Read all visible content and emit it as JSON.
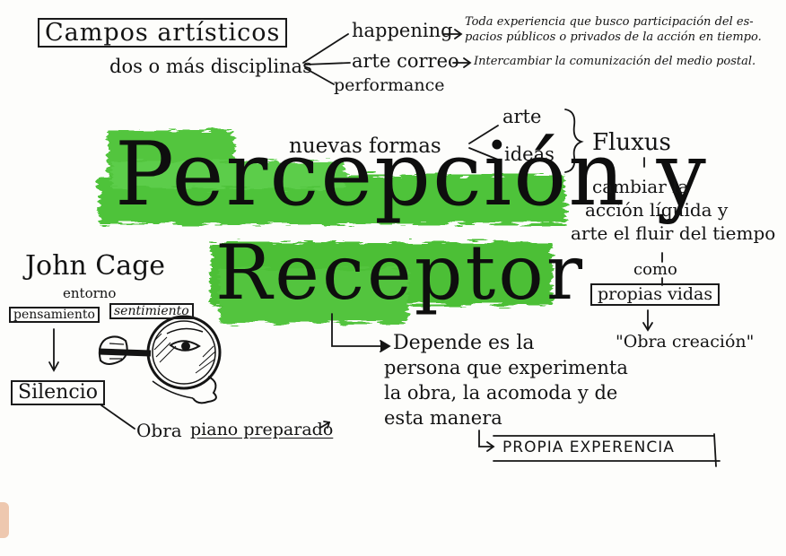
{
  "campos": {
    "title": "Campos artísticos",
    "subtitle": "dos o más disciplinas",
    "branch_happening": "happening",
    "branch_arte_correo": "arte correo",
    "branch_performance": "performance",
    "happening_desc_1": "Toda experiencia que busco participación del es-",
    "happening_desc_2": "pacios públicos o privados de la acción en tiempo.",
    "correo_desc": "Intercambiar la comunización del medio postal."
  },
  "central": {
    "line1": "Percepción y",
    "line2": "Receptor",
    "highlight_color": "#3fbf2a"
  },
  "nuevas": {
    "label": "nuevas formas",
    "arte": "arte",
    "ideas": "ideas",
    "fluxus": "Fluxus",
    "desc_1": "cambiar la",
    "desc_2": "acción líquida y",
    "desc_3": "arte el fluir del tiempo",
    "como": "como",
    "propias": "propias vidas",
    "obra": "\"Obra creación\""
  },
  "cage": {
    "name": "John Cage",
    "entorno": "entorno",
    "pensamiento": "pensamiento",
    "sentimiento": "sentimiento",
    "silencio": "Silencio",
    "obra_prefix": "Obra",
    "obra_piano": "piano preparado"
  },
  "depende": {
    "line1": "Depende es la",
    "line2": "persona que experimenta",
    "line3": "la obra, la acomoda y de",
    "line4": "esta manera",
    "propia": "PROPIA EXPERENCIA"
  }
}
